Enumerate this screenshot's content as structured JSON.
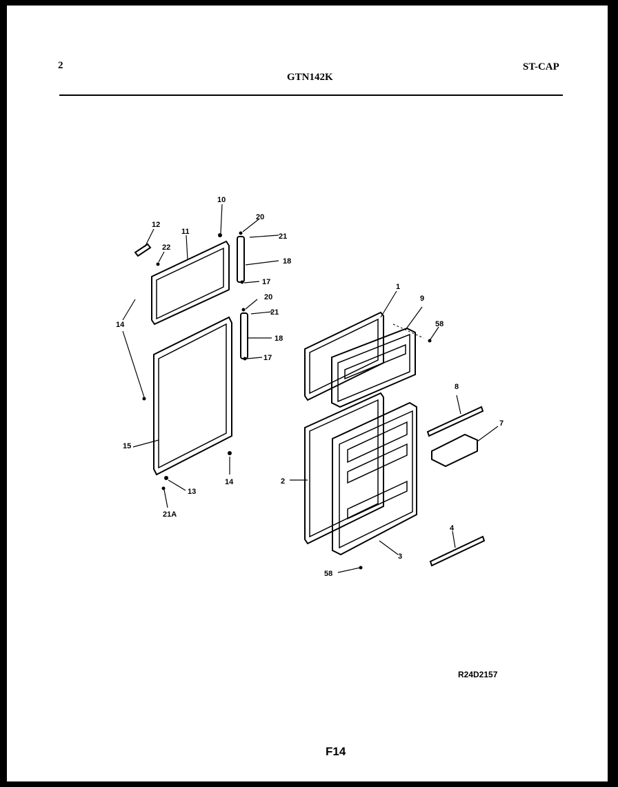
{
  "header": {
    "page_number": "2",
    "model": "GTN142K",
    "category": "ST-CAP"
  },
  "diagram": {
    "callouts": [
      "10",
      "12",
      "11",
      "22",
      "20",
      "21",
      "18",
      "17",
      "20",
      "21",
      "18",
      "17",
      "14",
      "15",
      "13",
      "21A",
      "14",
      "1",
      "9",
      "58",
      "8",
      "7",
      "2",
      "3",
      "58",
      "4"
    ]
  },
  "footer": {
    "drawing_code": "R24D2157",
    "figure_ref": "F14"
  }
}
